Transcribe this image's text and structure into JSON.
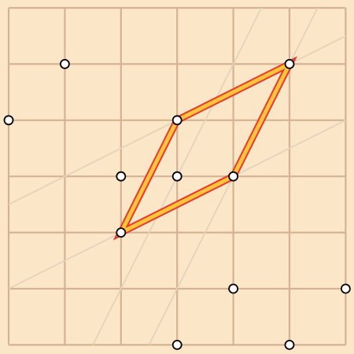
{
  "colors": {
    "background": "#fbe6c8",
    "grid_line": "#d5b291",
    "guide_line": "#e3d3bd",
    "shape_fill": "#ffc53a",
    "shape_stroke": "#e8382b",
    "peg_fill": "#ffffff",
    "peg_stroke": "#000000"
  },
  "board": {
    "columns": 6,
    "rows": 6
  },
  "guides": [
    {
      "from": [
        0,
        3.5
      ],
      "to": [
        6,
        0.5
      ]
    },
    {
      "from": [
        0,
        5
      ],
      "to": [
        6,
        2
      ]
    },
    {
      "from": [
        1.5,
        6
      ],
      "to": [
        4.5,
        0
      ]
    },
    {
      "from": [
        2.5,
        6
      ],
      "to": [
        5.5,
        0
      ]
    }
  ],
  "shape": {
    "type": "parallelogram",
    "vertices": [
      [
        3,
        2
      ],
      [
        5,
        1
      ],
      [
        4,
        3
      ],
      [
        2,
        4
      ]
    ]
  },
  "pegs": [
    [
      1,
      1
    ],
    [
      0,
      2
    ],
    [
      2,
      3
    ],
    [
      3,
      3
    ],
    [
      4,
      5
    ],
    [
      6,
      5
    ],
    [
      3,
      6
    ],
    [
      5,
      6
    ]
  ]
}
